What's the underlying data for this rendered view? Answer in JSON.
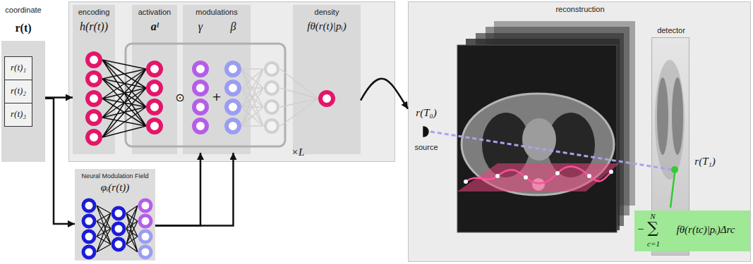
{
  "diagram": {
    "nodes": [
      {
        "text": [
          "coordinate",
          "r(t)"
        ]
      },
      {
        "text": [
          "r(t)₁"
        ],
        "in": 0
      },
      {
        "text": [
          "r(t)₂"
        ],
        "in": 0
      },
      {
        "text": [
          "r(t)₃"
        ],
        "in": 0
      },
      {
        "text": [
          "×L"
        ]
      },
      {
        "text": [
          "encoding",
          "h(r(t))"
        ],
        "in": 4
      },
      {
        "text": [
          "activation",
          "aˡ"
        ],
        "in": 4
      },
      {
        "text": [
          "modulations"
        ],
        "in": 4
      },
      {
        "text": [
          "γ"
        ],
        "in": 7
      },
      {
        "text": [
          "β"
        ],
        "in": 7
      },
      {
        "text": [
          "density",
          "fθ(r(t)|pᵢ)"
        ],
        "in": 4
      },
      {
        "text": [
          "Neural Modulation Field",
          "φᵢ(r(t))"
        ]
      },
      {
        "text": [
          "reconstruction"
        ]
      },
      {
        "text": [
          "detector"
        ],
        "in": 12
      },
      {
        "text": [
          "−",
          "N",
          "∑",
          "c=1",
          "fθ(r(tc)|pᵢ)Δrc"
        ],
        "in": 12
      }
    ],
    "edges": [
      {
        "from": 0,
        "to": 5,
        "arrow": "to"
      },
      {
        "from": 0,
        "to": 11,
        "arrow": "to"
      },
      {
        "from": 11,
        "to": 8,
        "arrow": "to"
      },
      {
        "from": 11,
        "to": 9,
        "arrow": "to"
      },
      {
        "from": 10,
        "to": 12,
        "arrow": "to"
      }
    ],
    "labels": [
      "⊙",
      "+",
      "r(T₀)",
      "source",
      "r(T₁)"
    ]
  }
}
